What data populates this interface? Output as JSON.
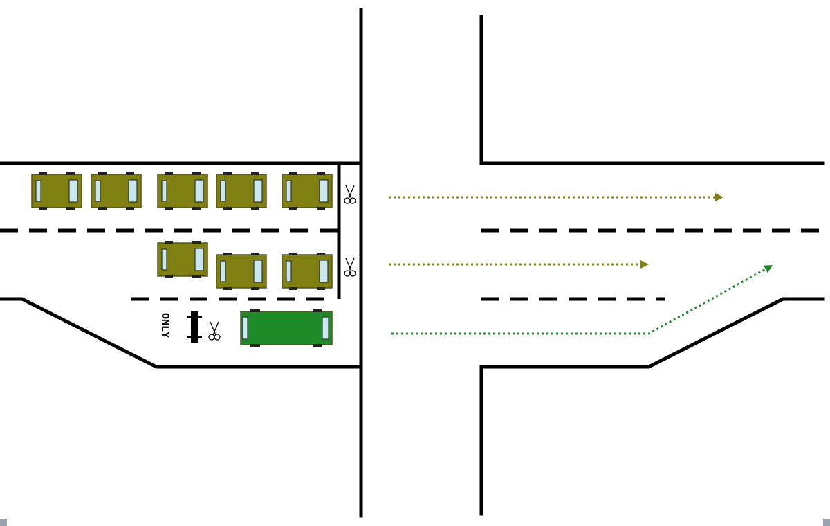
{
  "colors": {
    "line": "#000000",
    "car": "#7f7f12",
    "bus": "#1e8a28",
    "arrow_general": "#7f7f12",
    "arrow_bus": "#1e8a28",
    "background": "#ffffff"
  },
  "lane_marking": {
    "text": "ONLY"
  },
  "vehicles": {
    "general_lane_1": [
      "car",
      "car",
      "car",
      "car",
      "car"
    ],
    "general_lane_2": [
      "car",
      "car",
      "car"
    ],
    "bus_lane": [
      "bus"
    ]
  },
  "icons": [
    "scissors-icon",
    "bus-symbol-icon",
    "arrow-icon"
  ]
}
